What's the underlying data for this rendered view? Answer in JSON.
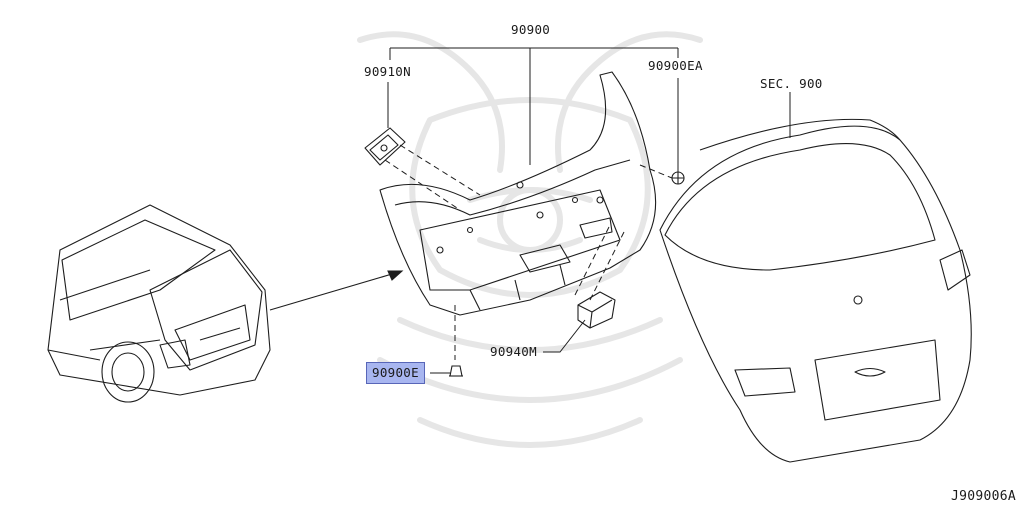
{
  "diagram": {
    "figure_code": "J909006A",
    "parts": [
      {
        "id": "p90900",
        "label": "90900",
        "highlighted": false
      },
      {
        "id": "p90910N",
        "label": "90910N",
        "highlighted": false
      },
      {
        "id": "p90900EA",
        "label": "90900EA",
        "highlighted": false
      },
      {
        "id": "sec900",
        "label": "SEC. 900",
        "highlighted": false
      },
      {
        "id": "p90900E",
        "label": "90900E",
        "highlighted": true
      },
      {
        "id": "p90940M",
        "label": "90940M",
        "highlighted": false
      }
    ]
  },
  "colors": {
    "line": "#1e1e1e",
    "highlight_fill": "#a8b6f0",
    "highlight_border": "#5866b8",
    "watermark": "#e6e6e6"
  }
}
